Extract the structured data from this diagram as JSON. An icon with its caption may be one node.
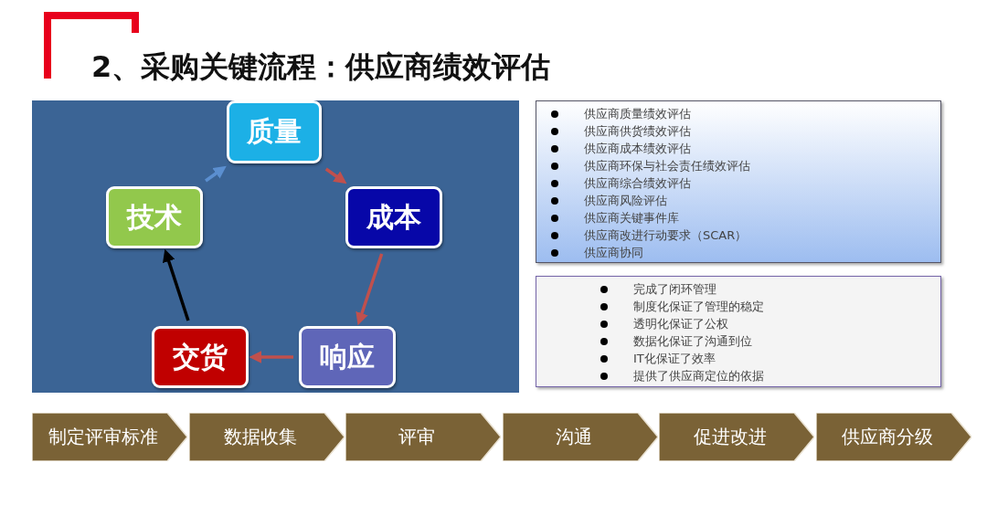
{
  "diagram": {
    "title": "2、采购关键流程：供应商绩效评估",
    "nodes": [
      {
        "text": [
          "质量"
        ]
      },
      {
        "text": [
          "成本"
        ]
      },
      {
        "text": [
          "响应"
        ]
      },
      {
        "text": [
          "交货"
        ]
      },
      {
        "text": [
          "技术"
        ]
      },
      {
        "text": [
          "供应商质量绩效评估",
          "供应商供货绩效评估",
          "供应商成本绩效评估",
          "供应商环保与社会责任绩效评估",
          "供应商综合绩效评估",
          "供应商风险评估",
          "供应商关键事件库",
          "供应商改进行动要求（SCAR）",
          "供应商协同"
        ]
      },
      {
        "text": [
          "完成了闭环管理",
          "制度化保证了管理的稳定",
          "透明化保证了公权",
          "数据化保证了沟通到位",
          "IT化保证了效率",
          "提供了供应商定位的依据"
        ]
      },
      {
        "text": [
          "制定评审标准"
        ]
      },
      {
        "text": [
          "数据收集"
        ]
      },
      {
        "text": [
          "评审"
        ]
      },
      {
        "text": [
          "沟通"
        ]
      },
      {
        "text": [
          "促进改进"
        ]
      },
      {
        "text": [
          "供应商分级"
        ]
      }
    ],
    "edges": [
      {
        "from": 4,
        "to": 0,
        "arrow": "to",
        "color": "#5b8fd0"
      },
      {
        "from": 0,
        "to": 1,
        "arrow": "to"
      },
      {
        "from": 1,
        "to": 2,
        "arrow": "to"
      },
      {
        "from": 2,
        "to": 3,
        "arrow": "to"
      },
      {
        "from": 3,
        "to": 4,
        "arrow": "to",
        "color": "#000000"
      }
    ]
  }
}
